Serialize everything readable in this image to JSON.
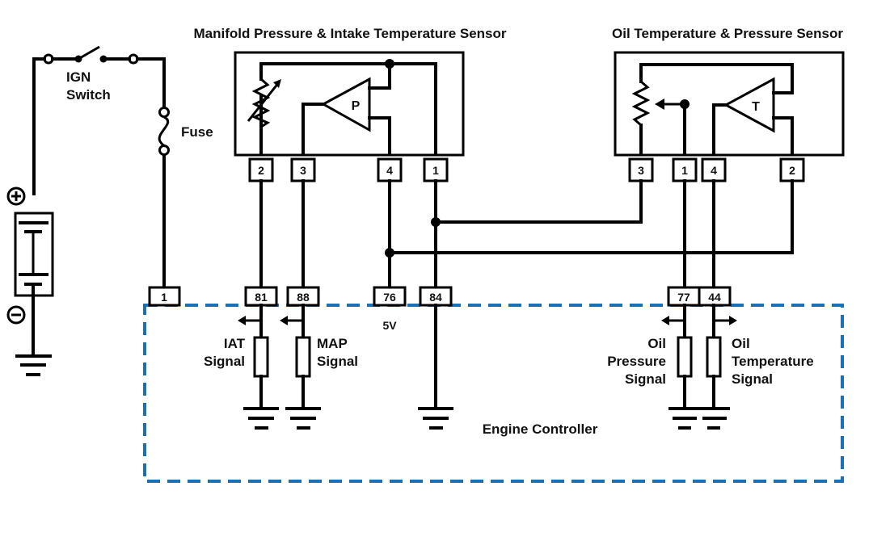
{
  "diagram": {
    "sensors": {
      "map_iat": {
        "title": "Manifold Pressure & Intake Temperature Sensor",
        "amp_label": "P",
        "pins": [
          "2",
          "3",
          "4",
          "1"
        ]
      },
      "oil": {
        "title": "Oil Temperature & Pressure Sensor",
        "amp_label": "T",
        "pins": [
          "3",
          "1",
          "4",
          "2"
        ]
      }
    },
    "power": {
      "switch_label_1": "IGN",
      "switch_label_2": "Switch",
      "fuse_label": "Fuse",
      "battery_plus": "+",
      "battery_minus": "−"
    },
    "controller": {
      "label": "Engine Controller",
      "border_color": "#1a6fb5",
      "pins": [
        "1",
        "81",
        "88",
        "76",
        "84",
        "77",
        "44"
      ],
      "supply_label": "5V",
      "signals": {
        "iat": [
          "IAT",
          "Signal"
        ],
        "map": [
          "MAP",
          "Signal"
        ],
        "oil_pressure": [
          "Oil",
          "Pressure",
          "Signal"
        ],
        "oil_temperature": [
          "Oil",
          "Temperature",
          "Signal"
        ]
      }
    }
  }
}
